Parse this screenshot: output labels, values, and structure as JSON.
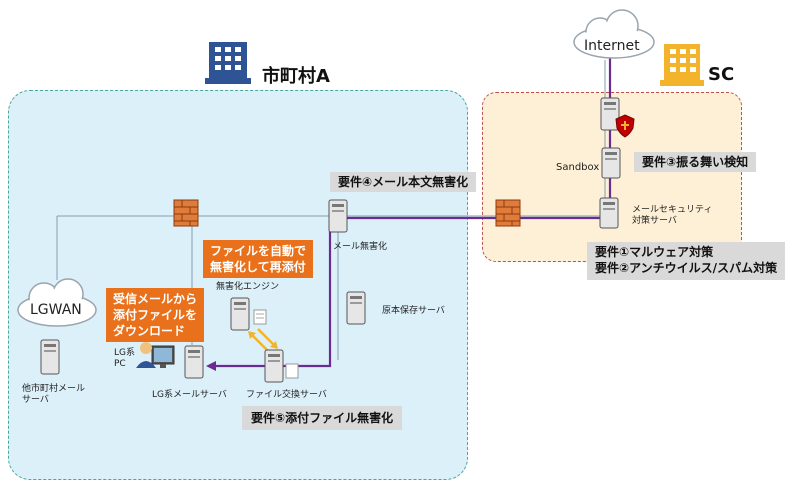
{
  "zones": {
    "city": {
      "title": "市町村A"
    },
    "sc": {
      "title": "SC"
    }
  },
  "clouds": {
    "internet": "Internet",
    "lgwan": "LGWAN"
  },
  "nodes": {
    "sandbox": "Sandbox",
    "mail_security": "メールセキュリティ\n対策サーバ",
    "mail_sanitize": "メール無害化",
    "sanitize_engine": "無害化エンジン",
    "original_storage": "原本保存サーバ",
    "file_exchange": "ファイル交換サーバ",
    "lg_mail_server": "LG系メールサーバ",
    "lg_pc": "LG系\nPC",
    "other_city_mail": "他市町村メール\nサーバ"
  },
  "requirements": {
    "req3": "要件③振る舞い検知",
    "req4": "要件④メール本文無害化",
    "req1": "要件①マルウェア対策",
    "req2": "要件②アンチウイルス/スパム対策",
    "req5": "要件⑤添付ファイル無害化"
  },
  "callouts": {
    "auto_sanitize": "ファイルを自動で\n無害化して再添付",
    "download": "受信メールから\n添付ファイルを\nダウンロード"
  },
  "colors": {
    "city_zone": "#dcf0fa",
    "sc_zone": "#fdf0d6",
    "flow_line": "#6a2c91",
    "callout_orange": "#e9711c",
    "requirement_gray": "#d9d9d9",
    "building_blue": "#2f5496",
    "building_yellow": "#f3b42b"
  }
}
